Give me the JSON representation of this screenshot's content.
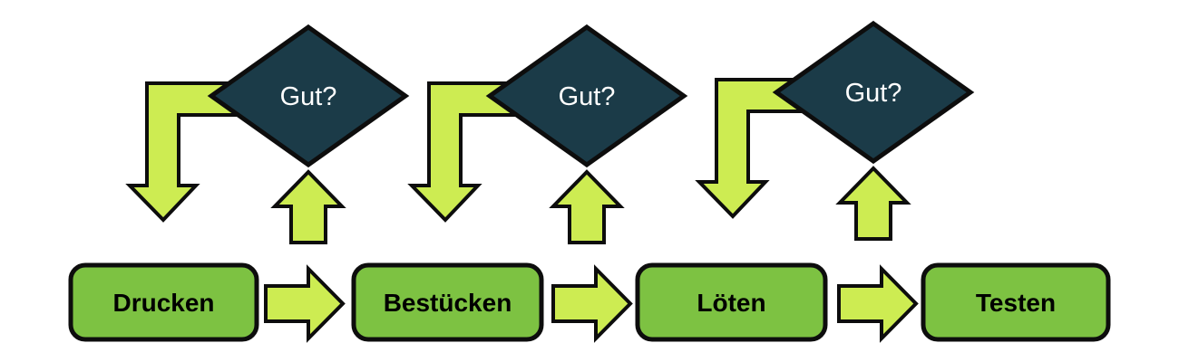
{
  "diagram": {
    "type": "process-flowchart",
    "language": "de",
    "stages": [
      {
        "label": "Drucken"
      },
      {
        "label": "Bestücken"
      },
      {
        "label": "Löten"
      },
      {
        "label": "Testen"
      }
    ],
    "decisions": [
      {
        "label": "Gut?"
      },
      {
        "label": "Gut?"
      },
      {
        "label": "Gut?"
      }
    ],
    "icons": {
      "flow": "right-block-arrow",
      "check": "up-block-arrow",
      "rework": "elbow-down-block-arrow"
    },
    "colors": {
      "background": "#FFFFFF",
      "stage_fill": "#7DC242",
      "arrow_fill": "#CDEC52",
      "decision_fill": "#1B3B48",
      "outline": "#0D0D0D",
      "stage_text": "#000000",
      "decision_text": "#FFFFFF"
    }
  }
}
